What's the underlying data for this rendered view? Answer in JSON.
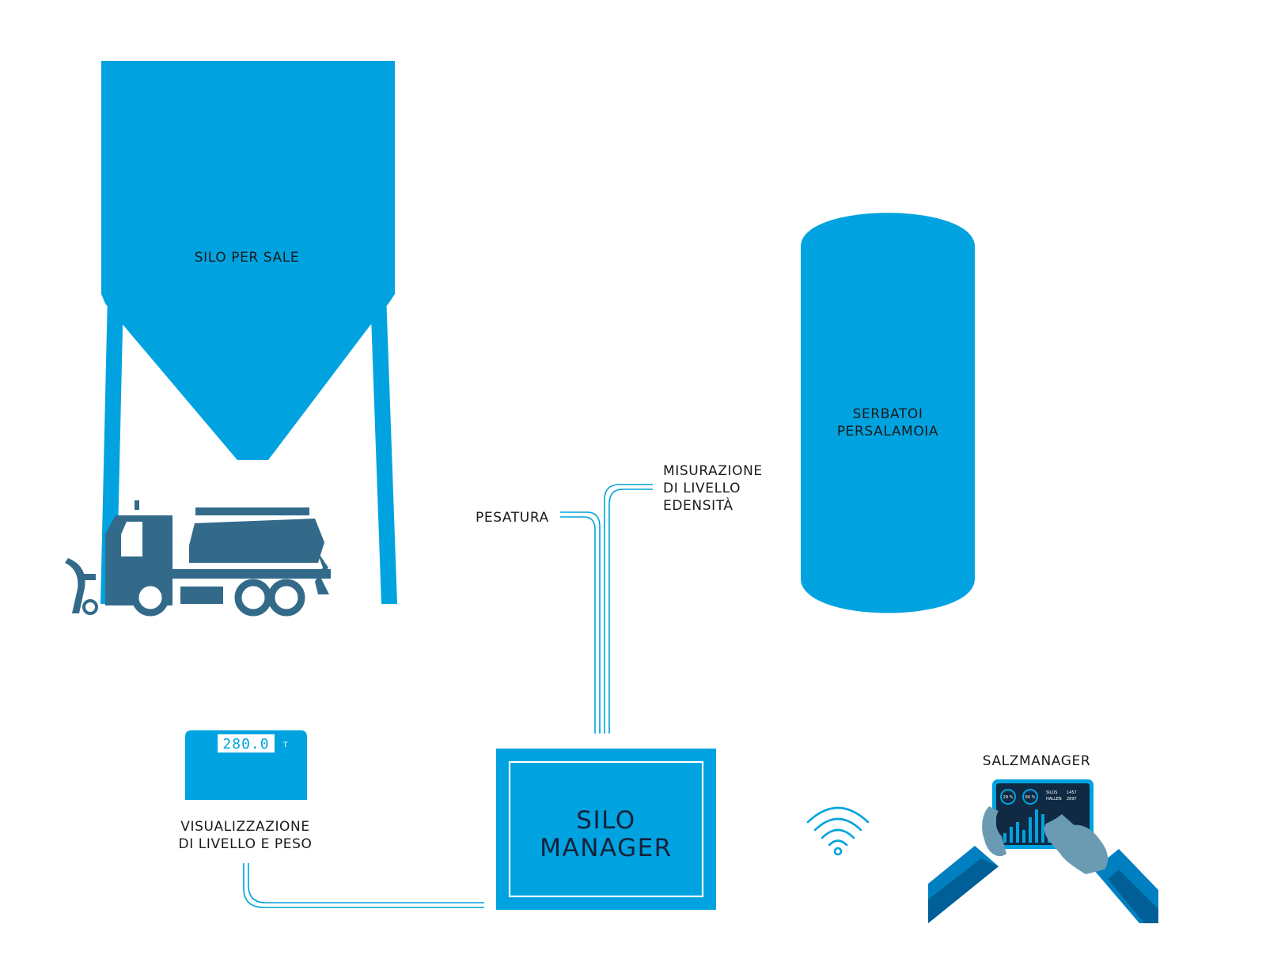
{
  "colors": {
    "primary_blue": "#00a3e0",
    "truck_slate": "#336a8a",
    "arm_blue": "#0080c0",
    "arm_dark": "#005f96",
    "hand": "#6a9bb3",
    "text": "#1a1a1a",
    "big_text": "#16213a"
  },
  "silo": {
    "label": "SILO PER SALE"
  },
  "tank": {
    "label_line1": "SERBATOI",
    "label_line2": "PERSALAMOIA"
  },
  "sensors": {
    "weighing_label": "PESATURA",
    "level_line1": "MISURAZIONE",
    "level_line2": "DI LIVELLO",
    "level_line3": "EDENSITÀ"
  },
  "display": {
    "reading": "280.0",
    "unit": "T",
    "label_line1": "VISUALIZZAZIONE",
    "label_line2": "DI LIVELLO E PESO"
  },
  "manager": {
    "line1": "SILO",
    "line2": "MANAGER"
  },
  "tablet": {
    "app_label": "SALZMANAGER",
    "gauge1": "29 %",
    "gauge2": "66 %",
    "col1_line1": "SILOS",
    "col1_line2": "HALLEN",
    "col2_line1": "1457",
    "col2_line2": "2897"
  },
  "icons": {
    "wifi": "wifi-icon",
    "truck": "snowplow-truck-icon",
    "silo": "salt-silo-icon",
    "tank": "brine-tank-icon",
    "display": "weight-display-icon",
    "tablet": "tablet-hands-icon"
  }
}
